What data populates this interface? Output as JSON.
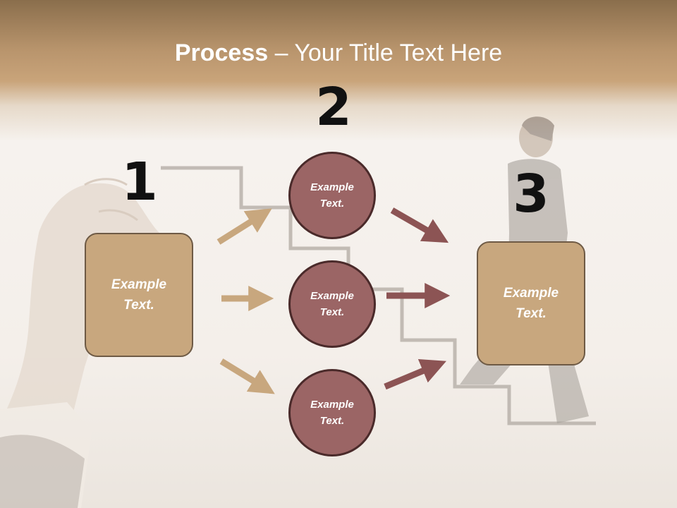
{
  "title": {
    "bold": "Process",
    "rest": " – Your Title Text Here"
  },
  "numbers": {
    "one": "1",
    "two": "2",
    "three": "3"
  },
  "left_box": {
    "text": "Example Text."
  },
  "right_box": {
    "text": "Example Text."
  },
  "circles": [
    {
      "text": "Example Text."
    },
    {
      "text": "Example Text."
    },
    {
      "text": "Example Text."
    }
  ],
  "colors": {
    "box_fill": "#c8a77e",
    "circle_fill": "#9b6565",
    "arrow_tan": "#c8a77e",
    "arrow_maroon": "#8c5454",
    "header_band": "#b8946c"
  }
}
